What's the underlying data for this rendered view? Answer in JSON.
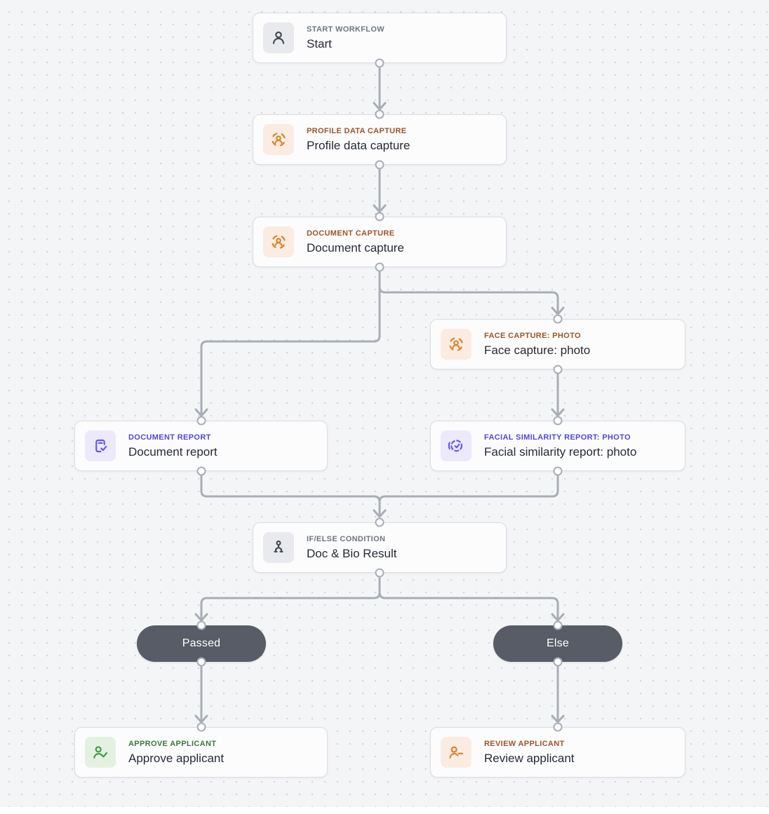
{
  "canvas": {
    "background_color": "#F4F5F7",
    "dot_color": "#D2D5DA"
  },
  "nodes": {
    "start": {
      "kind": "START WORKFLOW",
      "title": "Start",
      "icon": "user-icon",
      "accent_color": "#454B55"
    },
    "profile_data_capture": {
      "kind": "PROFILE DATA CAPTURE",
      "title": "Profile data capture",
      "icon": "scan-person-icon",
      "accent_color": "#D9822B"
    },
    "document_capture": {
      "kind": "DOCUMENT CAPTURE",
      "title": "Document capture",
      "icon": "scan-person-icon",
      "accent_color": "#D9822B"
    },
    "face_capture_photo": {
      "kind": "FACE CAPTURE: PHOTO",
      "title": "Face capture: photo",
      "icon": "scan-person-icon",
      "accent_color": "#D9822B"
    },
    "document_report": {
      "kind": "DOCUMENT REPORT",
      "title": "Document report",
      "icon": "document-check-icon",
      "accent_color": "#6458E8"
    },
    "facial_similarity_report_photo": {
      "kind": "FACIAL SIMILARITY REPORT: PHOTO",
      "title": "Facial similarity report: photo",
      "icon": "face-check-icon",
      "accent_color": "#6458E8"
    },
    "if_else_condition": {
      "kind": "IF/ELSE CONDITION",
      "title": "Doc & Bio Result",
      "icon": "branch-icon",
      "accent_color": "#454B55"
    },
    "approve_applicant": {
      "kind": "APPROVE APPLICANT",
      "title": "Approve applicant",
      "icon": "person-check-icon",
      "accent_color": "#3E9B46"
    },
    "review_applicant": {
      "kind": "REVIEW APPLICANT",
      "title": "Review applicant",
      "icon": "person-dash-icon",
      "accent_color": "#D9822B"
    }
  },
  "branch_pills": {
    "passed": "Passed",
    "else": "Else",
    "background_color": "#575C66",
    "text_color": "#FFFFFF"
  },
  "connectors": {
    "color": "#A8ADB6"
  }
}
